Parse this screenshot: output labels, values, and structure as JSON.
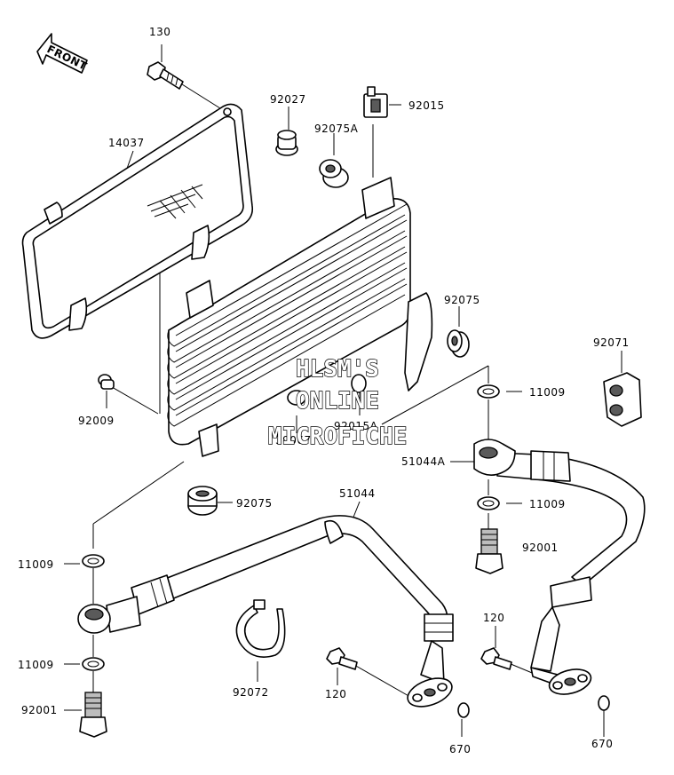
{
  "front_arrow": {
    "label": "FRONT"
  },
  "watermark": {
    "line1": "HLSM'S",
    "line2": "ONLINE",
    "line3": "MICROFICHE"
  },
  "labels": {
    "p130": "130",
    "p14037": "14037",
    "p92027": "92027",
    "p92015": "92015",
    "p92075A": "92075A",
    "p92075_top": "92075",
    "p92071": "92071",
    "p92009": "92009",
    "p11009_r1": "11009",
    "p92015A": "92015A",
    "p39067": "39067",
    "p51044A": "51044A",
    "p11009_r2": "11009",
    "p92075_low": "92075",
    "p51044": "51044",
    "p92001_r": "92001",
    "p11009_l1": "11009",
    "p120_r": "120",
    "p11009_l2": "11009",
    "p92072": "92072",
    "p120_m": "120",
    "p92001_l": "92001",
    "p670_m": "670",
    "p670_r": "670"
  }
}
